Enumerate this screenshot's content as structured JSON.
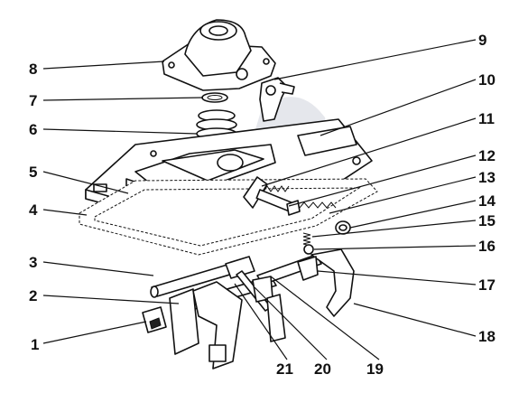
{
  "callouts": [
    {
      "label": "1"
    },
    {
      "label": "2"
    },
    {
      "label": "3"
    },
    {
      "label": "4"
    },
    {
      "label": "5"
    },
    {
      "label": "6"
    },
    {
      "label": "7"
    },
    {
      "label": "8"
    },
    {
      "label": "9"
    },
    {
      "label": "10"
    },
    {
      "label": "11"
    },
    {
      "label": "12"
    },
    {
      "label": "13"
    },
    {
      "label": "14"
    },
    {
      "label": "15"
    },
    {
      "label": "16"
    },
    {
      "label": "17"
    },
    {
      "label": "18"
    },
    {
      "label": "19"
    },
    {
      "label": "20"
    },
    {
      "label": "21"
    }
  ],
  "colors": {
    "line": "#111111",
    "background": "#ffffff",
    "watermark": "#cfd3dc"
  }
}
